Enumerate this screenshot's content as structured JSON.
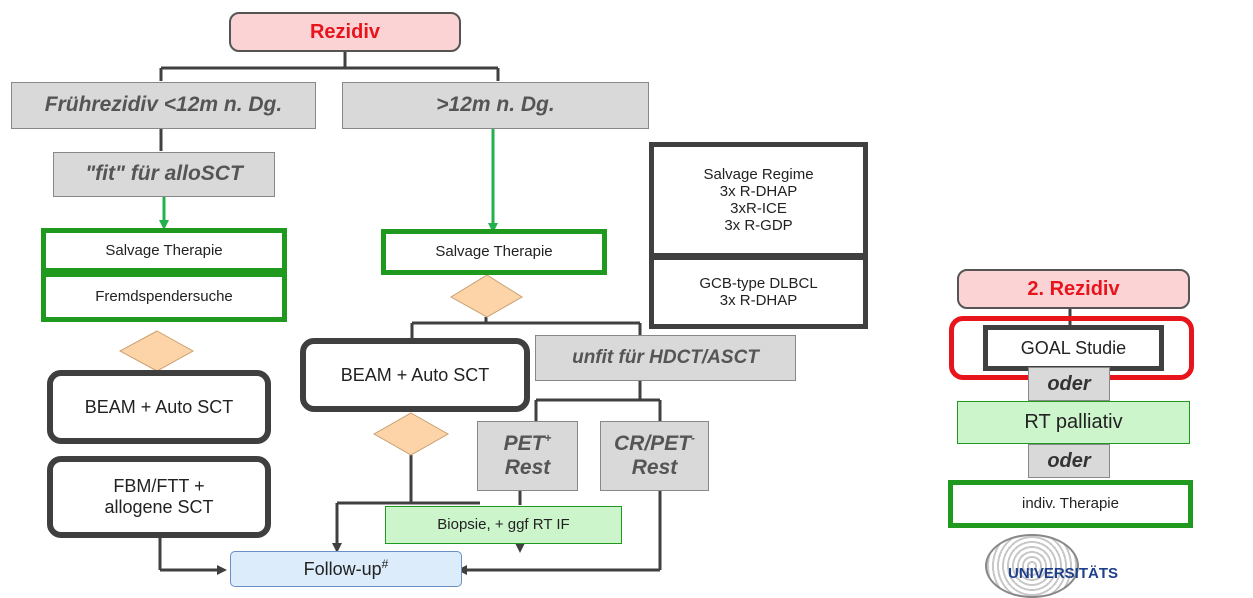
{
  "colors": {
    "alarm_red": "#e8141c",
    "green": "#1f9a1f",
    "arrow_green": "#22b14c",
    "dark_border": "#3f3f3f"
  },
  "flow": {
    "rezidiv": "Rezidiv",
    "early_relapse": "Frührezidiv <12m n. Dg.",
    "late_relapse": ">12m n. Dg.",
    "fit_allo": "\"fit\" für alloSCT",
    "salvage_left": "Salvage Therapie",
    "donor_search": "Fremdspendersuche",
    "beam_left": "BEAM + Auto SCT",
    "fbm": "FBM/FTT + allogene SCT",
    "salvage_mid": "Salvage Therapie",
    "beam_mid": "BEAM + Auto SCT",
    "unfit": "unfit für HDCT/ASCT",
    "pet_pos": "PET",
    "pet_pos_sup": "+",
    "pet_pos_rest": "Rest",
    "cr_pet": "CR/PET",
    "cr_pet_sup": "-",
    "cr_pet_rest": "Rest",
    "biopsy": "Biopsie, + ggf RT IF",
    "followup": "Follow-up",
    "followup_sup": "#"
  },
  "regimes": {
    "salvage_lines": [
      "Salvage Regime",
      "3x R-DHAP",
      "3xR-ICE",
      "3x R-GDP"
    ],
    "gcb_lines": [
      "GCB-type DLBCL",
      "3x R-DHAP"
    ]
  },
  "second_relapse": {
    "title": "2. Rezidiv",
    "goal": "GOAL Studie",
    "or1": "oder",
    "rt": "RT palliativ",
    "or2": "oder",
    "indiv": "indiv. Therapie"
  },
  "logo": {
    "text": "UNIVERSITÄTS",
    "icon": "university-seal-icon"
  }
}
